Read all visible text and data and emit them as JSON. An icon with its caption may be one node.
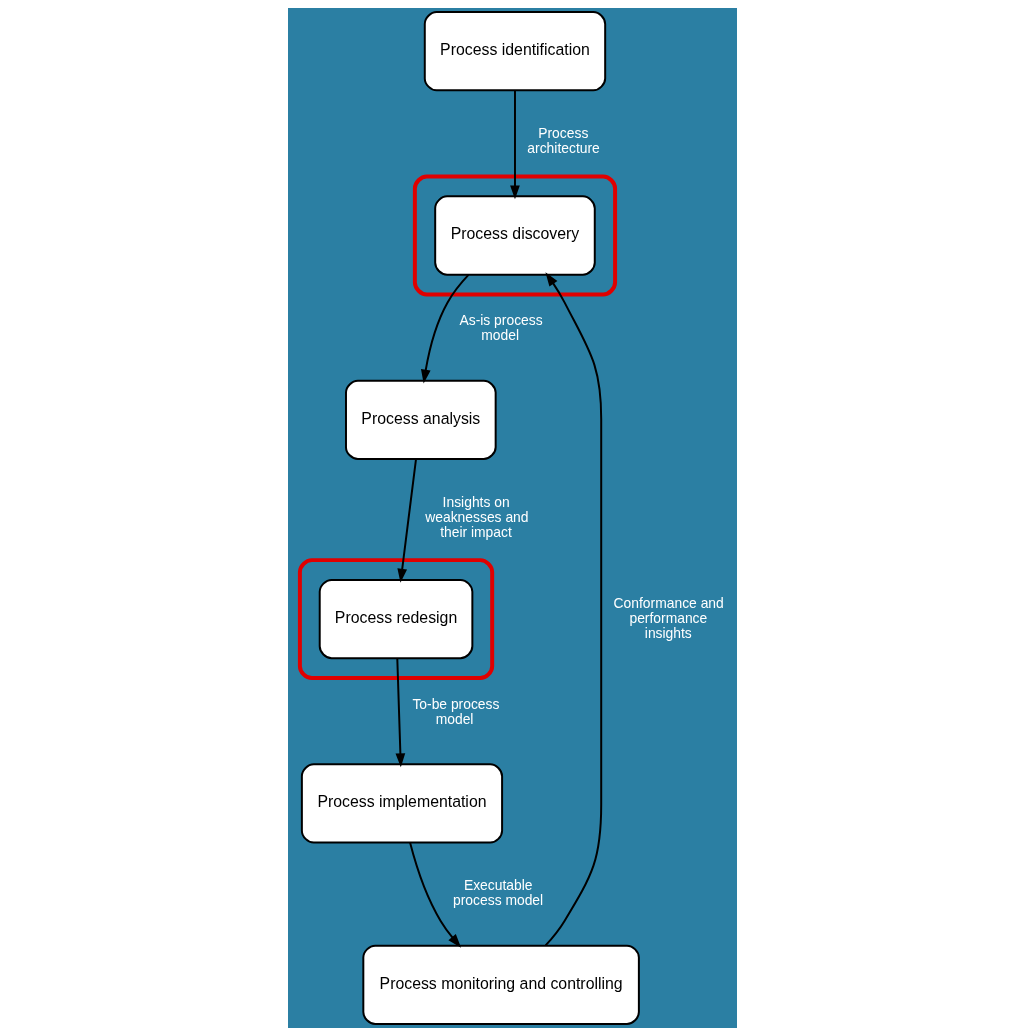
{
  "diagram": {
    "nodes": [
      {
        "text": [
          "Process identification"
        ]
      },
      {
        "text": [],
        "shape": "box"
      },
      {
        "text": [
          "Process discovery"
        ],
        "in": 1
      },
      {
        "text": [
          "Process analysis"
        ]
      },
      {
        "text": [],
        "shape": "box"
      },
      {
        "text": [
          "Process redesign"
        ],
        "in": 4
      },
      {
        "text": [
          "Process implementation"
        ]
      },
      {
        "text": [
          "Process monitoring and controlling"
        ]
      }
    ],
    "edges": [
      {
        "from": 0,
        "to": 2,
        "arrow": "to",
        "label": "Process architecture"
      },
      {
        "from": 2,
        "to": 3,
        "arrow": "to",
        "label": "As-is process model"
      },
      {
        "from": 3,
        "to": 5,
        "arrow": "to",
        "label": "Insights on weaknesses and their impact"
      },
      {
        "from": 5,
        "to": 6,
        "arrow": "to",
        "label": "To-be process model"
      },
      {
        "from": 6,
        "to": 7,
        "arrow": "to",
        "label": "Executable process model"
      },
      {
        "from": 7,
        "to": 2,
        "arrow": "to",
        "label": "Conformance and performance insights"
      }
    ]
  }
}
